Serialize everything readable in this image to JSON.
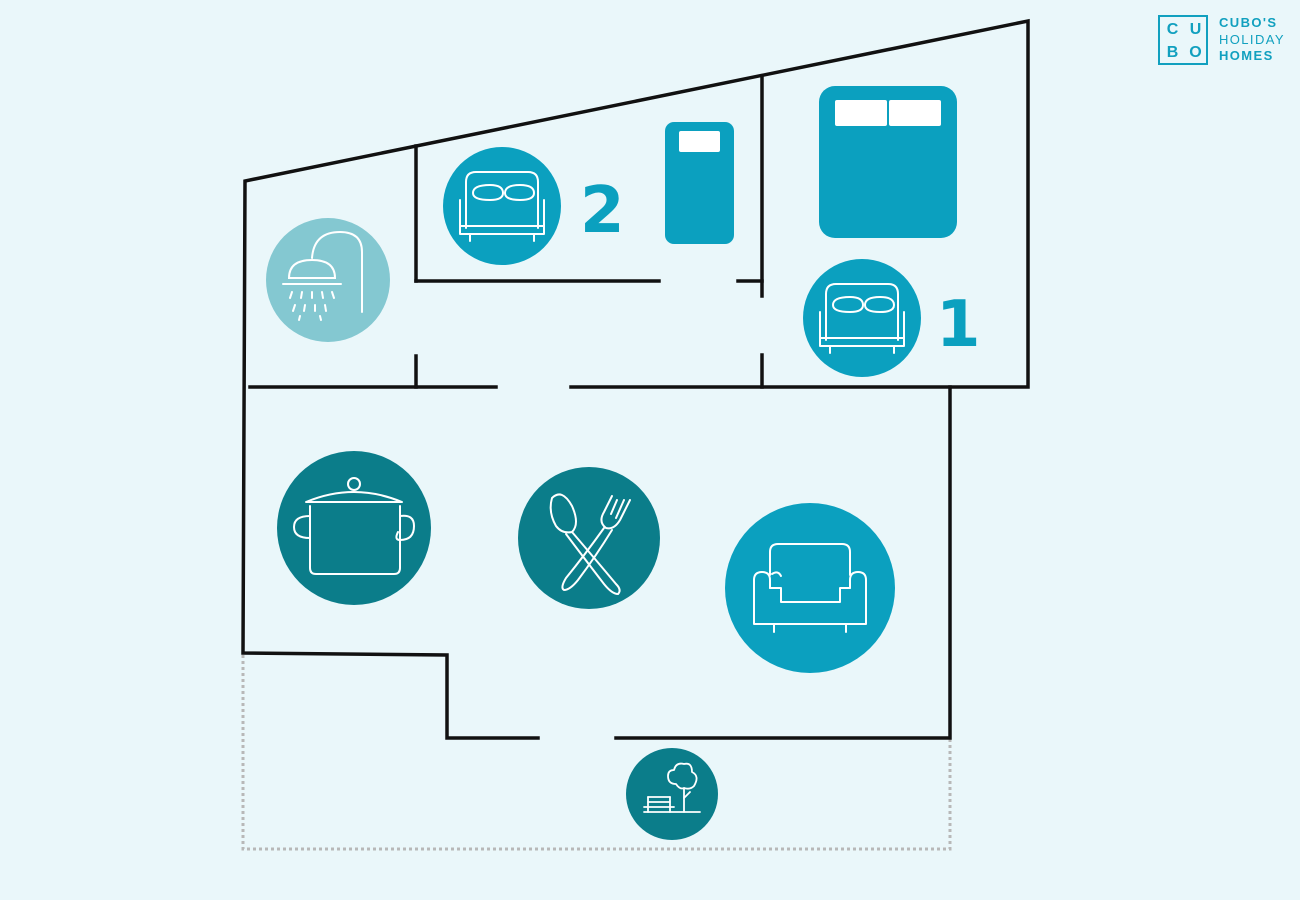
{
  "brand": {
    "logo_letters": [
      "C",
      "U",
      "B",
      "O"
    ],
    "line1": "CUBO'S",
    "line2": "HOLIDAY",
    "line3": "HOMES",
    "color": "#11a0bf"
  },
  "rooms": {
    "bedroom_1": {
      "number": "1",
      "icon": "double-bed-icon"
    },
    "bedroom_2": {
      "number": "2",
      "icon": "double-bed-icon"
    },
    "bathroom": {
      "icon": "shower-icon"
    },
    "kitchen": {
      "icon": "cooking-pot-icon"
    },
    "dining": {
      "icon": "spoon-fork-icon"
    },
    "living": {
      "icon": "armchair-icon"
    },
    "terrace": {
      "icon": "bench-tree-icon"
    }
  },
  "colors": {
    "background": "#eaf7fa",
    "wall": "#111111",
    "bright_teal": "#0ba0bf",
    "dark_teal": "#0b7d8a",
    "light_teal": "#84c8d1",
    "dotted_border": "#b8b8b8"
  }
}
